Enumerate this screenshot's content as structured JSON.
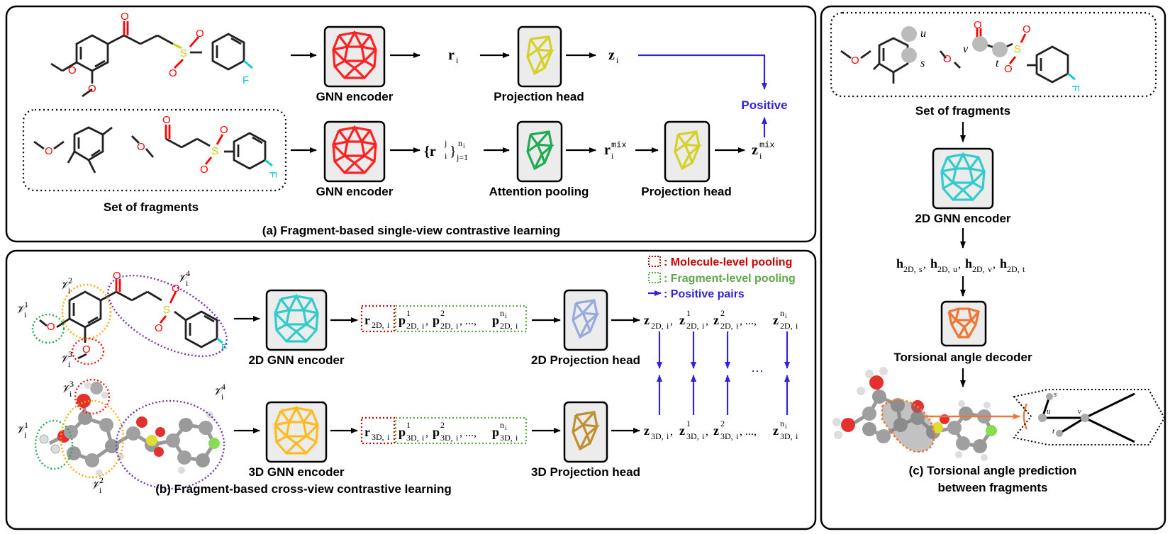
{
  "panel_a": {
    "caption": "(a) Fragment-based single-view contrastive learning",
    "gnn_encoder_top": "GNN encoder",
    "gnn_encoder_bottom": "GNN encoder",
    "projection_head_top": "Projection head",
    "projection_head_bottom": "Projection head",
    "attention_pooling": "Attention pooling",
    "set_of_fragments": "Set of fragments",
    "positive": "Positive",
    "r_i": "r",
    "z_i": "z",
    "r_set": "{r",
    "r_mix": "r",
    "z_mix": "z",
    "mix": "mix",
    "sub_i": "i",
    "sup_j": "j",
    "sub_j1": "j=1",
    "sup_ni": "n",
    "atoms": {
      "O": "O",
      "S": "S",
      "F": "F"
    }
  },
  "panel_b": {
    "caption": "(b) Fragment-based cross-view contrastive learning",
    "encoder_2d": "2D GNN encoder",
    "encoder_3d": "3D GNN encoder",
    "proj_2d": "2D Projection head",
    "proj_3d": "3D Projection head",
    "legend": [
      {
        "text": ": Molecule-level pooling",
        "color": "#cc0000"
      },
      {
        "text": ": Fragment-level pooling",
        "color": "#5ea84a"
      },
      {
        "text": ": Positive pairs",
        "color": "#3322dd"
      }
    ],
    "r2d": "r",
    "sub_2d": "2D,",
    "sub_3d": "3D,",
    "p_seq_2d": "p",
    "z_2d": "z",
    "dots": "...",
    "vdots": "⋯",
    "V": "𝒱",
    "sup_1": "1",
    "sup_2": "2",
    "sup_3": "3",
    "sup_4": "4",
    "comma_ellipsis": ", ...,"
  },
  "panel_c": {
    "set_of_fragments": "Set of fragments",
    "encoder_2d": "2D GNN encoder",
    "decoder": "Torsional angle decoder",
    "caption_line1": "(c) Torsional angle prediction",
    "caption_line2": "between fragments",
    "h_list": "h",
    "u": "u",
    "s": "s",
    "v": "v",
    "t": "t"
  },
  "colors": {
    "red_gnn": "#ff2222",
    "yellow_head": "#d4d12a",
    "green_attn": "#22aa55",
    "cyan_gnn": "#33cccc",
    "orange_gnn": "#ffbb22",
    "blue_head": "#99aadd",
    "brown_head": "#c09030",
    "orange_decoder": "#ee7733",
    "arrow_blue": "#3322dd"
  }
}
